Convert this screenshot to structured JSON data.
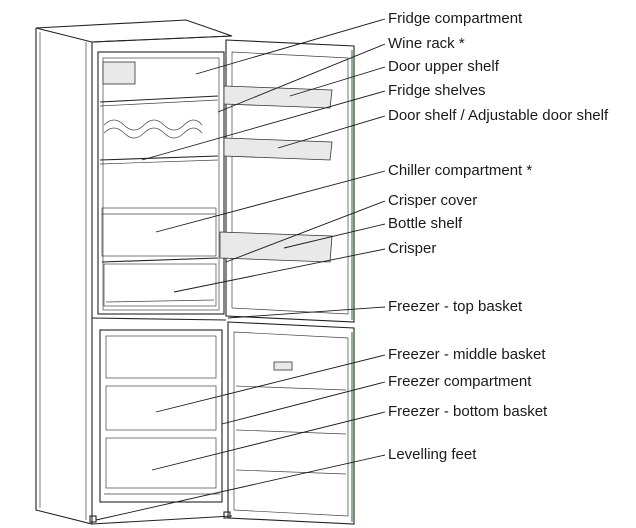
{
  "labels": [
    {
      "id": "fridge-compartment",
      "text": "Fridge compartment"
    },
    {
      "id": "wine-rack",
      "text": "Wine rack *"
    },
    {
      "id": "door-upper-shelf",
      "text": "Door upper shelf"
    },
    {
      "id": "fridge-shelves",
      "text": "Fridge shelves"
    },
    {
      "id": "door-shelf",
      "text": "Door shelf / Adjustable door shelf"
    },
    {
      "id": "chiller-compartment",
      "text": "Chiller compartment *"
    },
    {
      "id": "crisper-cover",
      "text": "Crisper cover"
    },
    {
      "id": "bottle-shelf",
      "text": "Bottle shelf"
    },
    {
      "id": "crisper",
      "text": "Crisper"
    },
    {
      "id": "freezer-top-basket",
      "text": "Freezer - top basket"
    },
    {
      "id": "freezer-middle-basket",
      "text": "Freezer - middle basket"
    },
    {
      "id": "freezer-compartment",
      "text": "Freezer compartment"
    },
    {
      "id": "freezer-bottom-basket",
      "text": "Freezer - bottom basket"
    },
    {
      "id": "levelling-feet",
      "text": "Levelling feet"
    }
  ]
}
